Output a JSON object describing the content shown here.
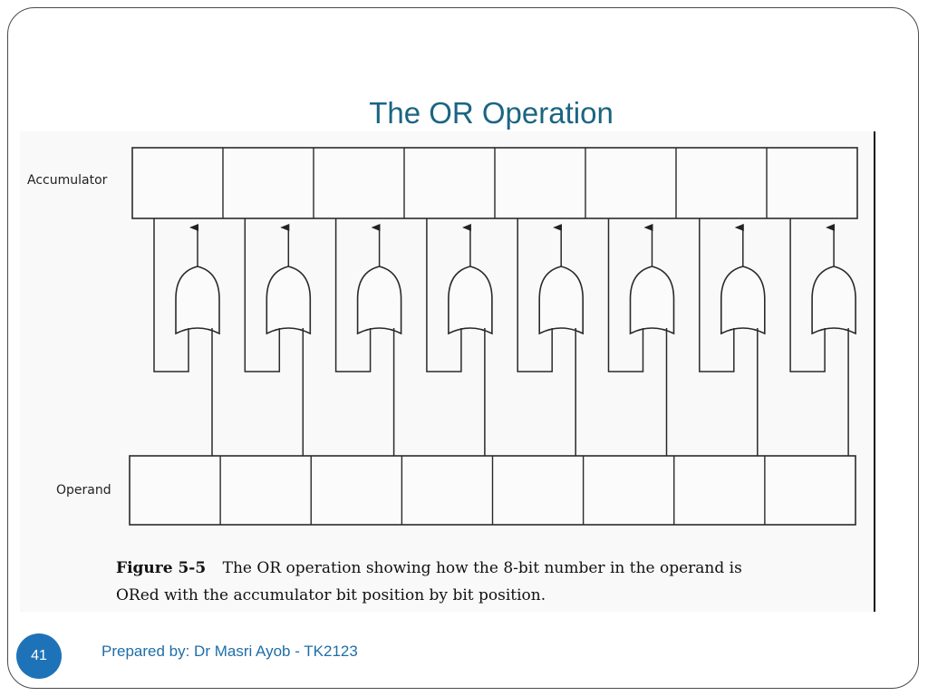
{
  "slide": {
    "title": "The OR Operation",
    "page_number": "41",
    "footer": "Prepared by: Dr Masri Ayob - TK2123"
  },
  "diagram": {
    "accumulator_label": "Accumulator",
    "operand_label": "Operand",
    "bit_count": 8,
    "gate_type": "OR",
    "caption": {
      "figure_label": "Figure 5-5",
      "line1": "The OR operation showing how the 8-bit number in the operand is",
      "line2": "ORed with the accumulator bit position by bit position."
    }
  }
}
